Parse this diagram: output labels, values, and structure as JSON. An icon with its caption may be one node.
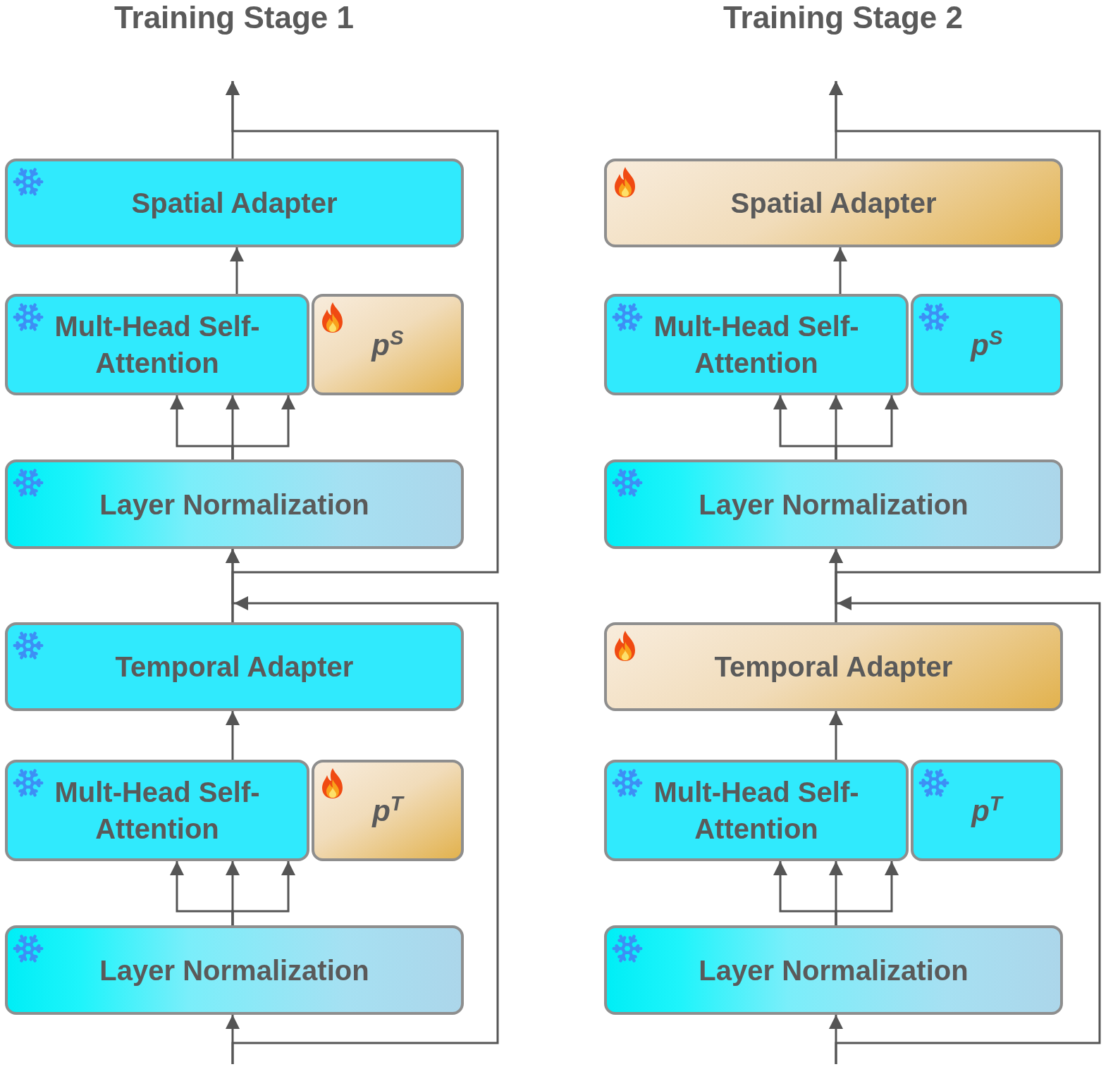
{
  "diagram": {
    "nodes": [
      {
        "text": [
          "Spatial Adapter"
        ]
      },
      {
        "text": [
          "Mult-Head Self-Attention"
        ]
      },
      {
        "text": [
          "p$^{S}$"
        ]
      },
      {
        "text": [
          "Layer Normalization"
        ]
      },
      {
        "text": [
          "Temporal Adapter"
        ]
      },
      {
        "text": [
          "Mult-Head Self-Attention"
        ]
      },
      {
        "text": [
          "p$^{T}$"
        ]
      },
      {
        "text": [
          "Layer Normalization"
        ]
      },
      {
        "text": [
          "Spatial Adapter"
        ]
      },
      {
        "text": [
          "Mult-Head Self-Attention"
        ]
      },
      {
        "text": [
          "p$^{S}$"
        ]
      },
      {
        "text": [
          "Layer Normalization"
        ]
      },
      {
        "text": [
          "Temporal Adapter"
        ]
      },
      {
        "text": [
          "Mult-Head Self-Attention"
        ]
      },
      {
        "text": [
          "p$^{T}$"
        ]
      },
      {
        "text": [
          "Layer Normalization"
        ]
      }
    ],
    "edges": [
      {
        "from": null,
        "to": 7,
        "arrow": "to"
      },
      {
        "from": 7,
        "to": 5,
        "arrow": "to"
      },
      {
        "from": 7,
        "to": 5,
        "arrow": "to"
      },
      {
        "from": 7,
        "to": 5,
        "arrow": "to"
      },
      {
        "from": 5,
        "to": 4,
        "arrow": "to"
      },
      {
        "from": null,
        "to": 3,
        "arrow": "to"
      },
      {
        "from": 4,
        "to": 3,
        "arrow": "to"
      },
      {
        "from": 3,
        "to": 1,
        "arrow": "to"
      },
      {
        "from": 3,
        "to": 1,
        "arrow": "to"
      },
      {
        "from": 3,
        "to": 1,
        "arrow": "to"
      },
      {
        "from": 1,
        "to": 0,
        "arrow": "to"
      },
      {
        "from": 0,
        "to": null,
        "arrow": "to"
      },
      {
        "from": 4,
        "to": null,
        "arrow": "to"
      },
      {
        "from": null,
        "to": 15,
        "arrow": "to"
      },
      {
        "from": 15,
        "to": 13,
        "arrow": "to"
      },
      {
        "from": 15,
        "to": 13,
        "arrow": "to"
      },
      {
        "from": 15,
        "to": 13,
        "arrow": "to"
      },
      {
        "from": 13,
        "to": 12,
        "arrow": "to"
      },
      {
        "from": null,
        "to": 11,
        "arrow": "to"
      },
      {
        "from": 12,
        "to": 11,
        "arrow": "to"
      },
      {
        "from": 11,
        "to": 9,
        "arrow": "to"
      },
      {
        "from": 11,
        "to": 9,
        "arrow": "to"
      },
      {
        "from": 11,
        "to": 9,
        "arrow": "to"
      },
      {
        "from": 9,
        "to": 8,
        "arrow": "to"
      },
      {
        "from": 8,
        "to": null,
        "arrow": "to"
      },
      {
        "from": 12,
        "to": null,
        "arrow": "to"
      }
    ],
    "labels": [
      "Training Stage 1",
      "Training Stage 2"
    ]
  }
}
